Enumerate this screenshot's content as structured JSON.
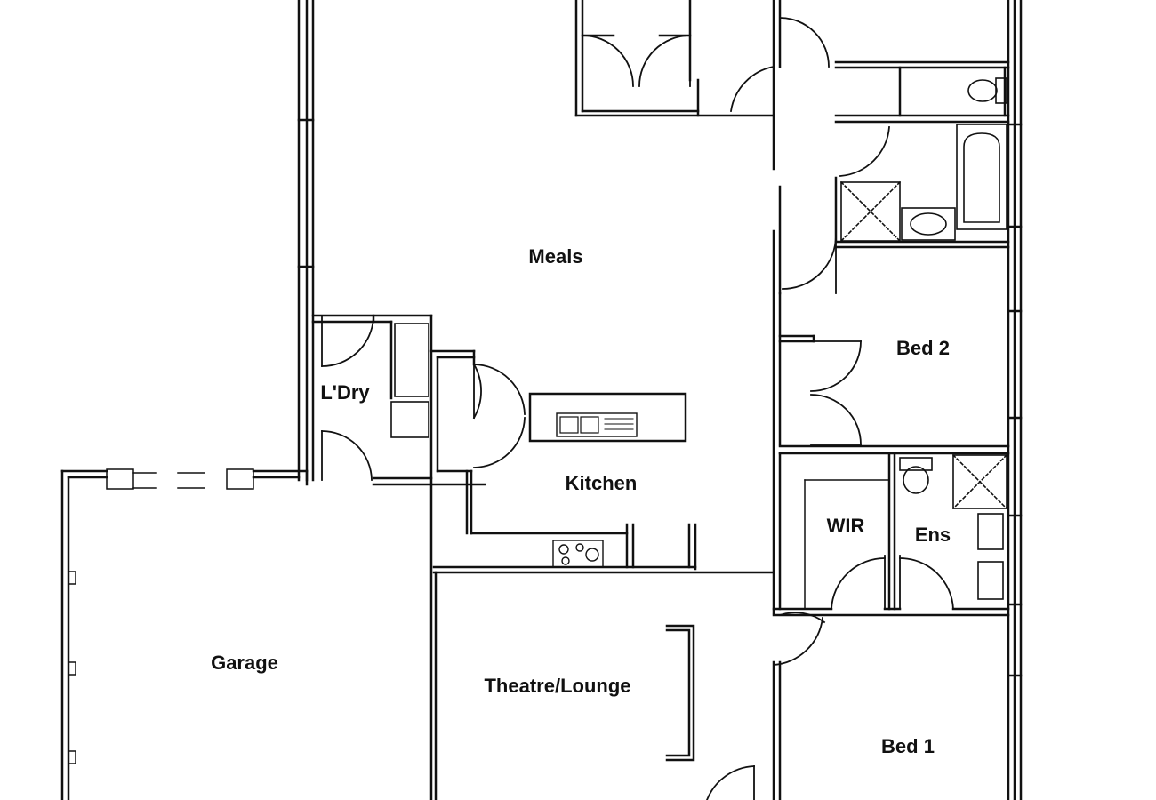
{
  "floorplan": {
    "rooms": {
      "meals": "Meals",
      "laundry": "L'Dry",
      "kitchen": "Kitchen",
      "bed2": "Bed 2",
      "wir": "WIR",
      "ensuite": "Ens",
      "garage": "Garage",
      "theatre": "Theatre/Lounge",
      "bed1": "Bed 1"
    },
    "colors": {
      "wall": "#111111",
      "background": "#ffffff"
    }
  }
}
